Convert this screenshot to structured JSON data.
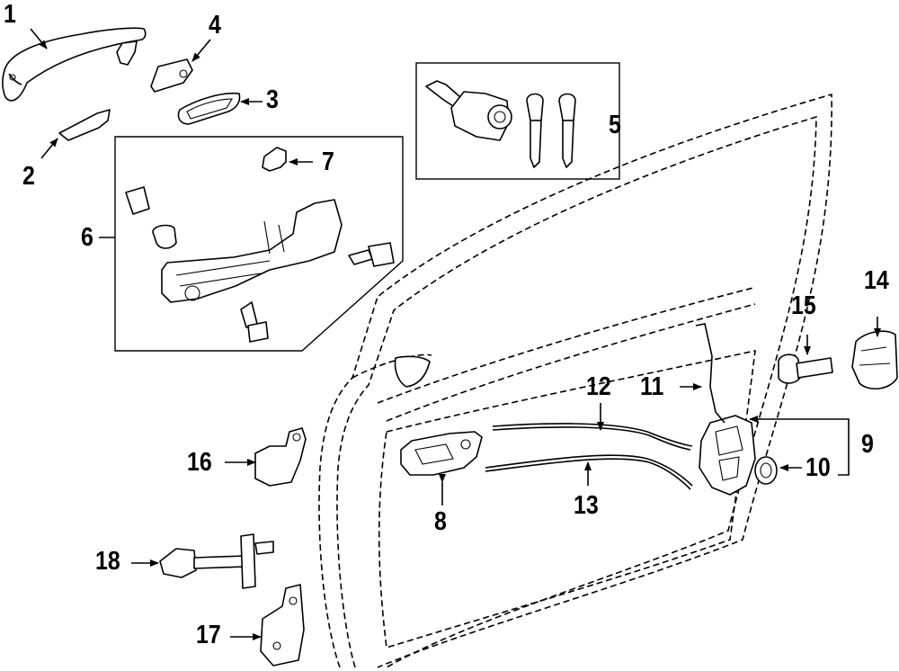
{
  "diagram": {
    "callouts": [
      "1",
      "2",
      "3",
      "4",
      "5",
      "6",
      "7",
      "8",
      "9",
      "10",
      "11",
      "12",
      "13",
      "14",
      "15",
      "16",
      "17",
      "18"
    ]
  },
  "colors": {
    "ink": "#000000",
    "background": "#ffffff"
  }
}
